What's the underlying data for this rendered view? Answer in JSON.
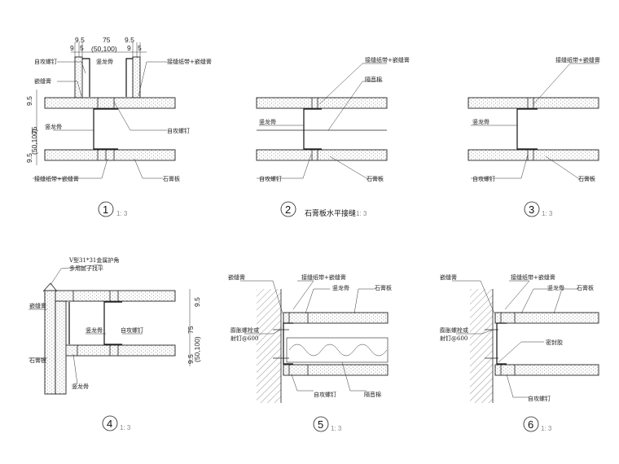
{
  "dimensions": {
    "d95": "9.5",
    "d5": "5",
    "d9": "9",
    "d75": "75",
    "d50100": "(50,100)"
  },
  "labels": {
    "screw": "自攻螺钉",
    "tape": "接缝纸带+嵌缝膏",
    "joint_compound": "嵌缝膏",
    "stud": "竖龙骨",
    "gypsum": "石膏板",
    "insulation": "隔音棉",
    "corner_bead_1": "V型31*31金属护角",
    "corner_bead_2": "多用腻子找平",
    "expansion_1": "膨胀螺栓或",
    "expansion_2": "射钉@600",
    "sealant": "密封胶"
  },
  "details": [
    {
      "number": "1",
      "scale": "1: 3",
      "caption": ""
    },
    {
      "number": "2",
      "scale": "1: 3",
      "caption": "石膏板水平接缝"
    },
    {
      "number": "3",
      "scale": "1: 3",
      "caption": ""
    },
    {
      "number": "4",
      "scale": "1: 3",
      "caption": ""
    },
    {
      "number": "5",
      "scale": "1: 3",
      "caption": ""
    },
    {
      "number": "6",
      "scale": "1: 3",
      "caption": ""
    }
  ]
}
